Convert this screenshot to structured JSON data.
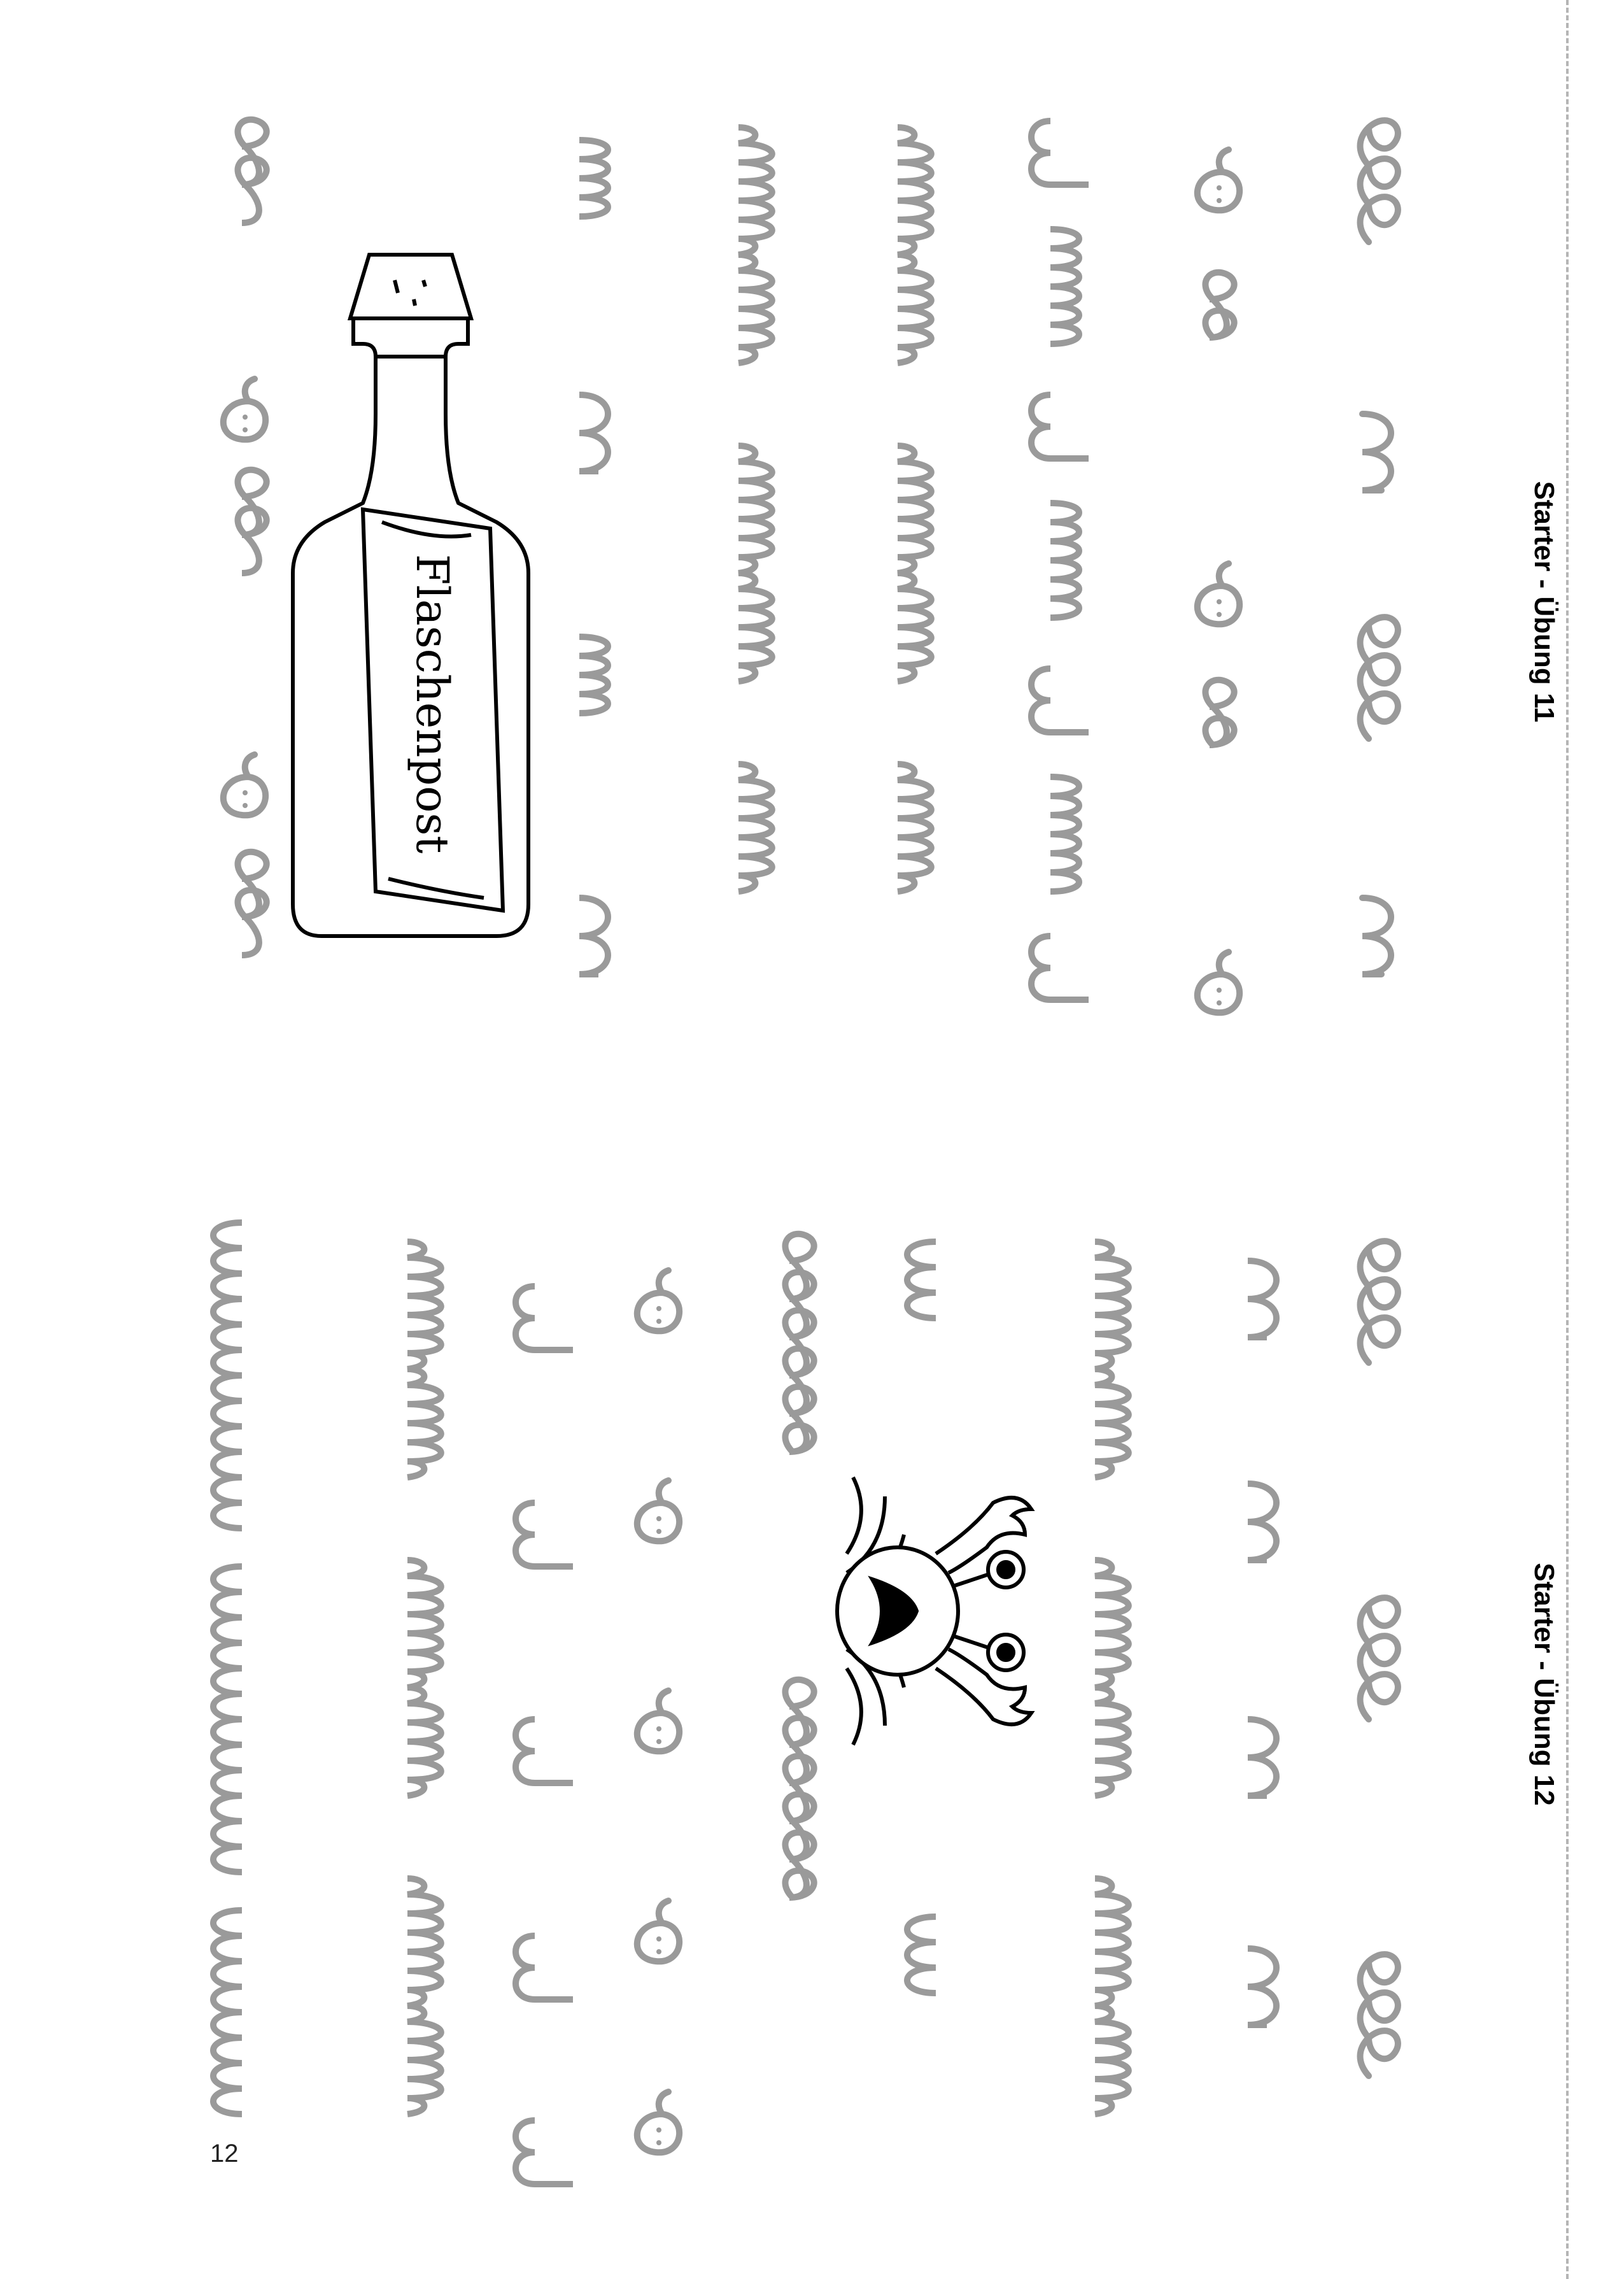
{
  "exercise_11": {
    "title": "Starter - Übung 11"
  },
  "exercise_12": {
    "title": "Starter - Übung 12"
  },
  "bottle": {
    "label": "Flaschenpost"
  },
  "page": {
    "number": "12"
  },
  "colors": {
    "trace": "#9a9a9a",
    "ink": "#000000",
    "cut_line": "#b5b5b5"
  },
  "icons": [
    "bottle-with-message-icon",
    "crab-icon",
    "snail-shape-icon",
    "scissors-cut-line"
  ]
}
